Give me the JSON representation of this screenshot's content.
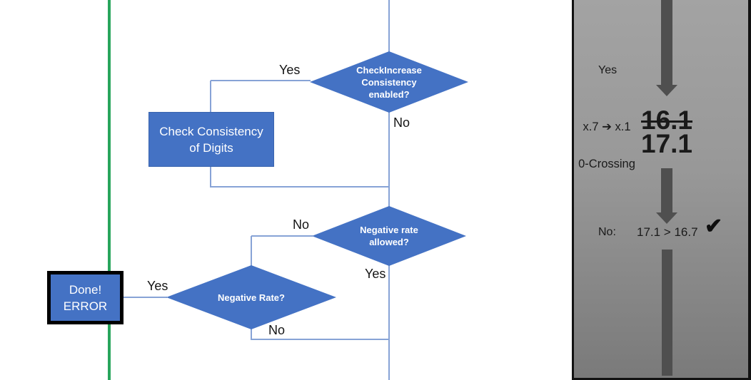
{
  "colors": {
    "shape_blue": "#4472C4",
    "connector_blue": "#87A3D6",
    "timeline_green": "#28A55C",
    "arrow_gray": "#4F4F4F",
    "panel_gray_top": "#A3A3A3",
    "panel_gray_bottom": "#7A7A7A",
    "terminator_border": "#000000"
  },
  "flowchart": {
    "decision_consistency": {
      "label": "CheckIncrease\nConsistency\nenabled?",
      "yes_label": "Yes",
      "no_label": "No"
    },
    "process_check_digits": {
      "label": "Check Consistency\nof Digits"
    },
    "decision_negative_allowed": {
      "label": "Negative rate\nallowed?",
      "no_label": "No",
      "yes_label": "Yes"
    },
    "decision_negative_rate": {
      "label": "Negative Rate?",
      "yes_label": "Yes",
      "no_label": "No"
    },
    "terminator_error": {
      "label": "Done!\nERROR"
    }
  },
  "side_panel": {
    "yes_label": "Yes",
    "transition_rule": "x.7 ➔ x.1",
    "transition_name": "0-Crossing",
    "previous_value": "16.1",
    "new_value": "17.1",
    "result_label": "No:",
    "comparison": "17.1 > 16.7",
    "check_mark": "✔"
  }
}
